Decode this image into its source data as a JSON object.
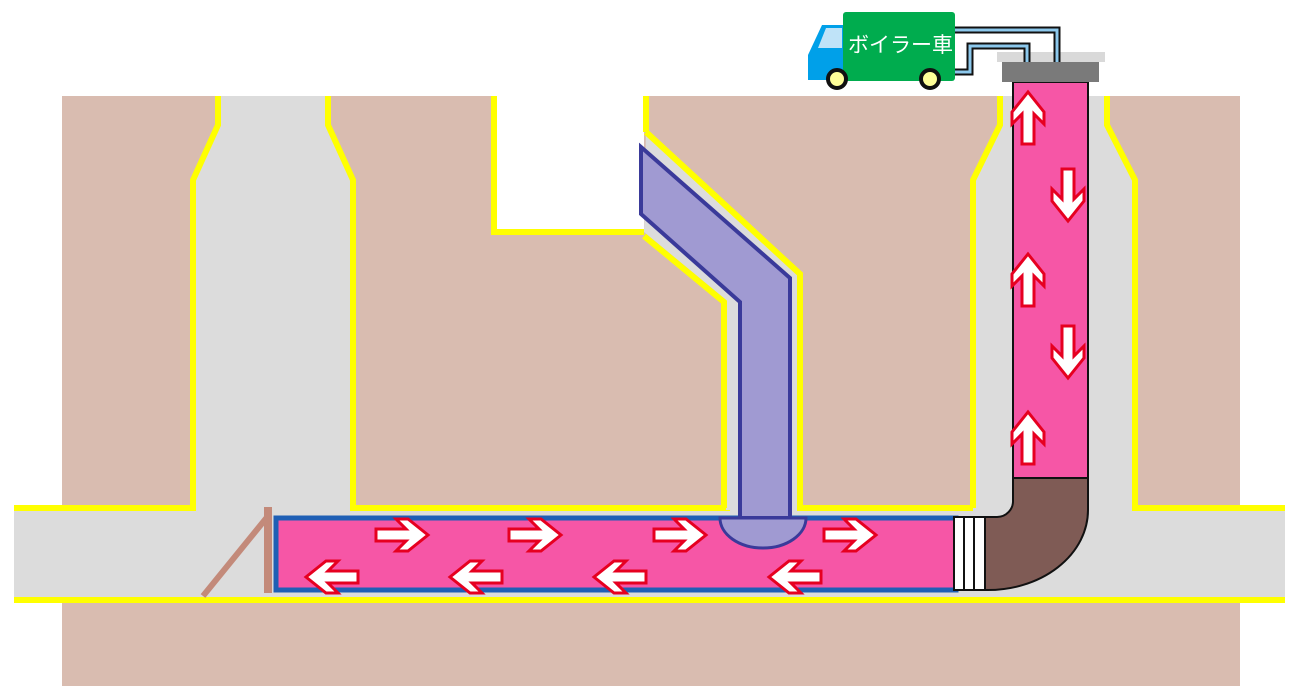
{
  "truck": {
    "label": "ボイラー車"
  },
  "colors": {
    "ground": "#d9bcb0",
    "channel": "#dcdcdc",
    "outline": "#ffff00",
    "hot_water_pipe": "#f656a6",
    "pipe_border": "#1f5fb5",
    "lateral_pipe": "#a09ad2",
    "elbow": "#7f5b55",
    "truck_body": "#00ac4e",
    "truck_cab": "#00a0e9",
    "arrow_outline": "#e60020"
  },
  "arrows": {
    "horizontal_top": [
      "right",
      "right",
      "right",
      "right"
    ],
    "horizontal_bottom": [
      "left",
      "left",
      "left",
      "left"
    ],
    "vertical": [
      "up",
      "down",
      "up",
      "down",
      "up"
    ]
  }
}
